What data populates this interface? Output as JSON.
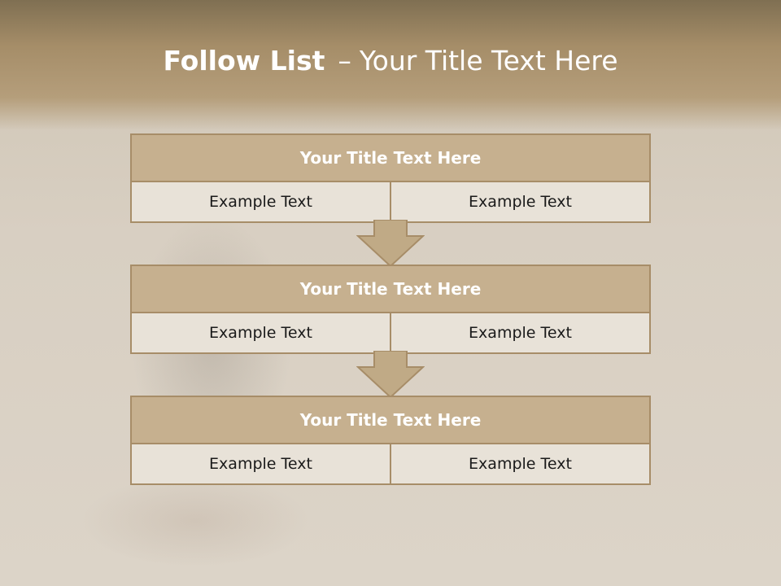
{
  "slide": {
    "title_bold": "Follow List",
    "title_dash": "–",
    "title_rest": "Your Title Text Here"
  },
  "blocks": [
    {
      "title": "Your Title Text Here",
      "left": "Example Text",
      "right": "Example Text"
    },
    {
      "title": "Your Title Text Here",
      "left": "Example Text",
      "right": "Example Text"
    },
    {
      "title": "Your Title Text Here",
      "left": "Example Text",
      "right": "Example Text"
    }
  ],
  "colors": {
    "header_band": "#a58d68",
    "block_head": "#c6b08f",
    "block_border": "#a78d68",
    "cell_bg": "#e8e2d8",
    "arrow_fill": "#c0aa86"
  }
}
